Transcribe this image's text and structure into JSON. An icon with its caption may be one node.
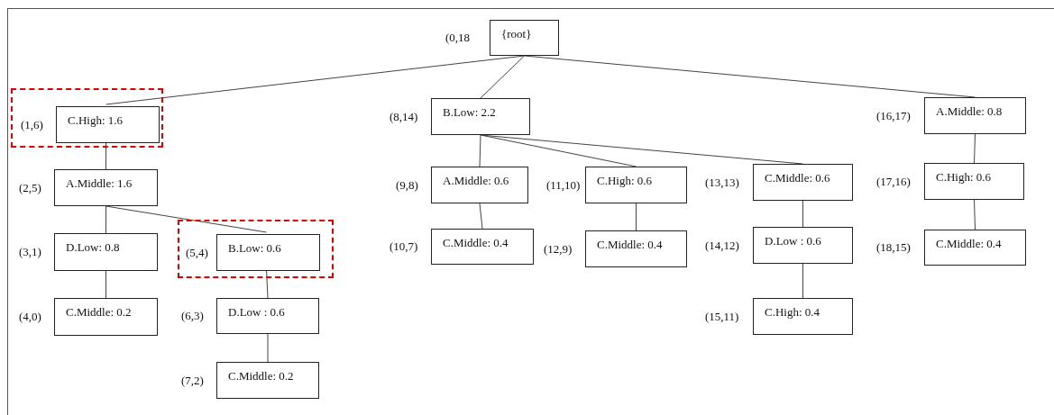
{
  "diagram": {
    "nodes": [
      {
        "text": [
          "{root}"
        ],
        "beside": [
          "(0,18"
        ]
      },
      {
        "text": [],
        "shape": "box"
      },
      {
        "text": [
          "C.High: 1.6"
        ],
        "beside": [
          "(1,6)"
        ],
        "in": 1
      },
      {
        "text": [
          "B.Low: 2.2"
        ],
        "beside": [
          "(8,14)"
        ]
      },
      {
        "text": [
          "A.Middle: 0.8"
        ],
        "beside": [
          "(16,17)"
        ]
      },
      {
        "text": [
          "A.Middle: 1.6"
        ],
        "beside": [
          "(2,5)"
        ]
      },
      {
        "text": [
          "A.Middle: 0.6"
        ],
        "beside": [
          "(9,8)"
        ]
      },
      {
        "text": [
          "C.High: 0.6"
        ],
        "beside": [
          "(11,10)"
        ]
      },
      {
        "text": [
          "C.Middle: 0.6"
        ],
        "beside": [
          "(13,13)"
        ]
      },
      {
        "text": [
          "C.High: 0.6"
        ],
        "beside": [
          "(17,16)"
        ]
      },
      {
        "text": [
          "D.Low: 0.8"
        ],
        "beside": [
          "(3,1)"
        ]
      },
      {
        "text": [],
        "shape": "box"
      },
      {
        "text": [
          "B.Low: 0.6"
        ],
        "beside": [
          "(5,4)"
        ],
        "in": 11
      },
      {
        "text": [
          "C.Middle: 0.4"
        ],
        "beside": [
          "(10,7)"
        ]
      },
      {
        "text": [
          "C.Middle: 0.4"
        ],
        "beside": [
          "(12,9)"
        ]
      },
      {
        "text": [
          "D.Low : 0.6"
        ],
        "beside": [
          "(14,12)"
        ]
      },
      {
        "text": [
          "C.Middle: 0.4"
        ],
        "beside": [
          "(18,15)"
        ]
      },
      {
        "text": [
          "C.Middle: 0.2"
        ],
        "beside": [
          "(4,0)"
        ]
      },
      {
        "text": [
          "D.Low : 0.6"
        ],
        "beside": [
          "(6,3)"
        ]
      },
      {
        "text": [
          "C.High: 0.4"
        ],
        "beside": [
          "(15,11)"
        ]
      },
      {
        "text": [
          "C.Middle: 0.2"
        ],
        "beside": [
          "(7,2)"
        ]
      }
    ],
    "edges": [
      {
        "from": 0,
        "to": 2,
        "arrow": "none"
      },
      {
        "from": 0,
        "to": 3,
        "arrow": "none"
      },
      {
        "from": 0,
        "to": 4,
        "arrow": "none"
      },
      {
        "from": 2,
        "to": 5,
        "arrow": "none"
      },
      {
        "from": 5,
        "to": 10,
        "arrow": "none"
      },
      {
        "from": 5,
        "to": 12,
        "arrow": "none"
      },
      {
        "from": 10,
        "to": 17,
        "arrow": "none"
      },
      {
        "from": 12,
        "to": 18,
        "arrow": "none"
      },
      {
        "from": 18,
        "to": 20,
        "arrow": "none"
      },
      {
        "from": 3,
        "to": 6,
        "arrow": "none"
      },
      {
        "from": 3,
        "to": 7,
        "arrow": "none"
      },
      {
        "from": 3,
        "to": 8,
        "arrow": "none"
      },
      {
        "from": 6,
        "to": 13,
        "arrow": "none"
      },
      {
        "from": 7,
        "to": 14,
        "arrow": "none"
      },
      {
        "from": 8,
        "to": 15,
        "arrow": "none"
      },
      {
        "from": 15,
        "to": 19,
        "arrow": "none"
      },
      {
        "from": 4,
        "to": 9,
        "arrow": "none"
      },
      {
        "from": 9,
        "to": 16,
        "arrow": "none"
      }
    ]
  }
}
